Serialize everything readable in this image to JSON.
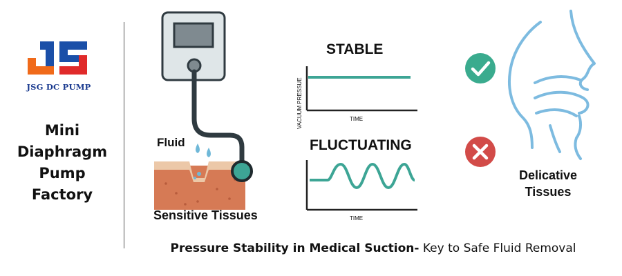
{
  "logo": {
    "letters": "JS",
    "text": "JSG DC PUMP",
    "colors": {
      "blue": "#1a4fa8",
      "orange": "#f06a1a",
      "red": "#e02a2a"
    }
  },
  "sidebar": {
    "title_lines": [
      "Mini",
      "Diaphragm",
      "Pump",
      "Factory"
    ]
  },
  "illustration": {
    "fluid_label": "Fluid",
    "tissue_label": "Sensitive Tissues",
    "colors": {
      "device": "#dfe6e8",
      "screen": "#7f8a90",
      "hose": "#2f3a40",
      "tip": "#3da595",
      "drop": "#6fb8d8",
      "tissue": "#d67a55"
    }
  },
  "graphs": {
    "stable": {
      "title": "STABLE",
      "ylabel": "VACUUM PRESSUE",
      "xlabel": "TIME"
    },
    "fluctuating": {
      "title": "FLUCTUATING",
      "xlabel": "TIME"
    },
    "line_color": "#3da595"
  },
  "outcomes": {
    "check_color": "#3aab8e",
    "cross_color": "#d24b48",
    "tissue_label_lines": [
      "Delicative",
      "Tissues"
    ]
  },
  "caption": {
    "bold": "Pressure Stability in Medical Suction-",
    "normal": " Key to Safe Fluid Removal"
  }
}
